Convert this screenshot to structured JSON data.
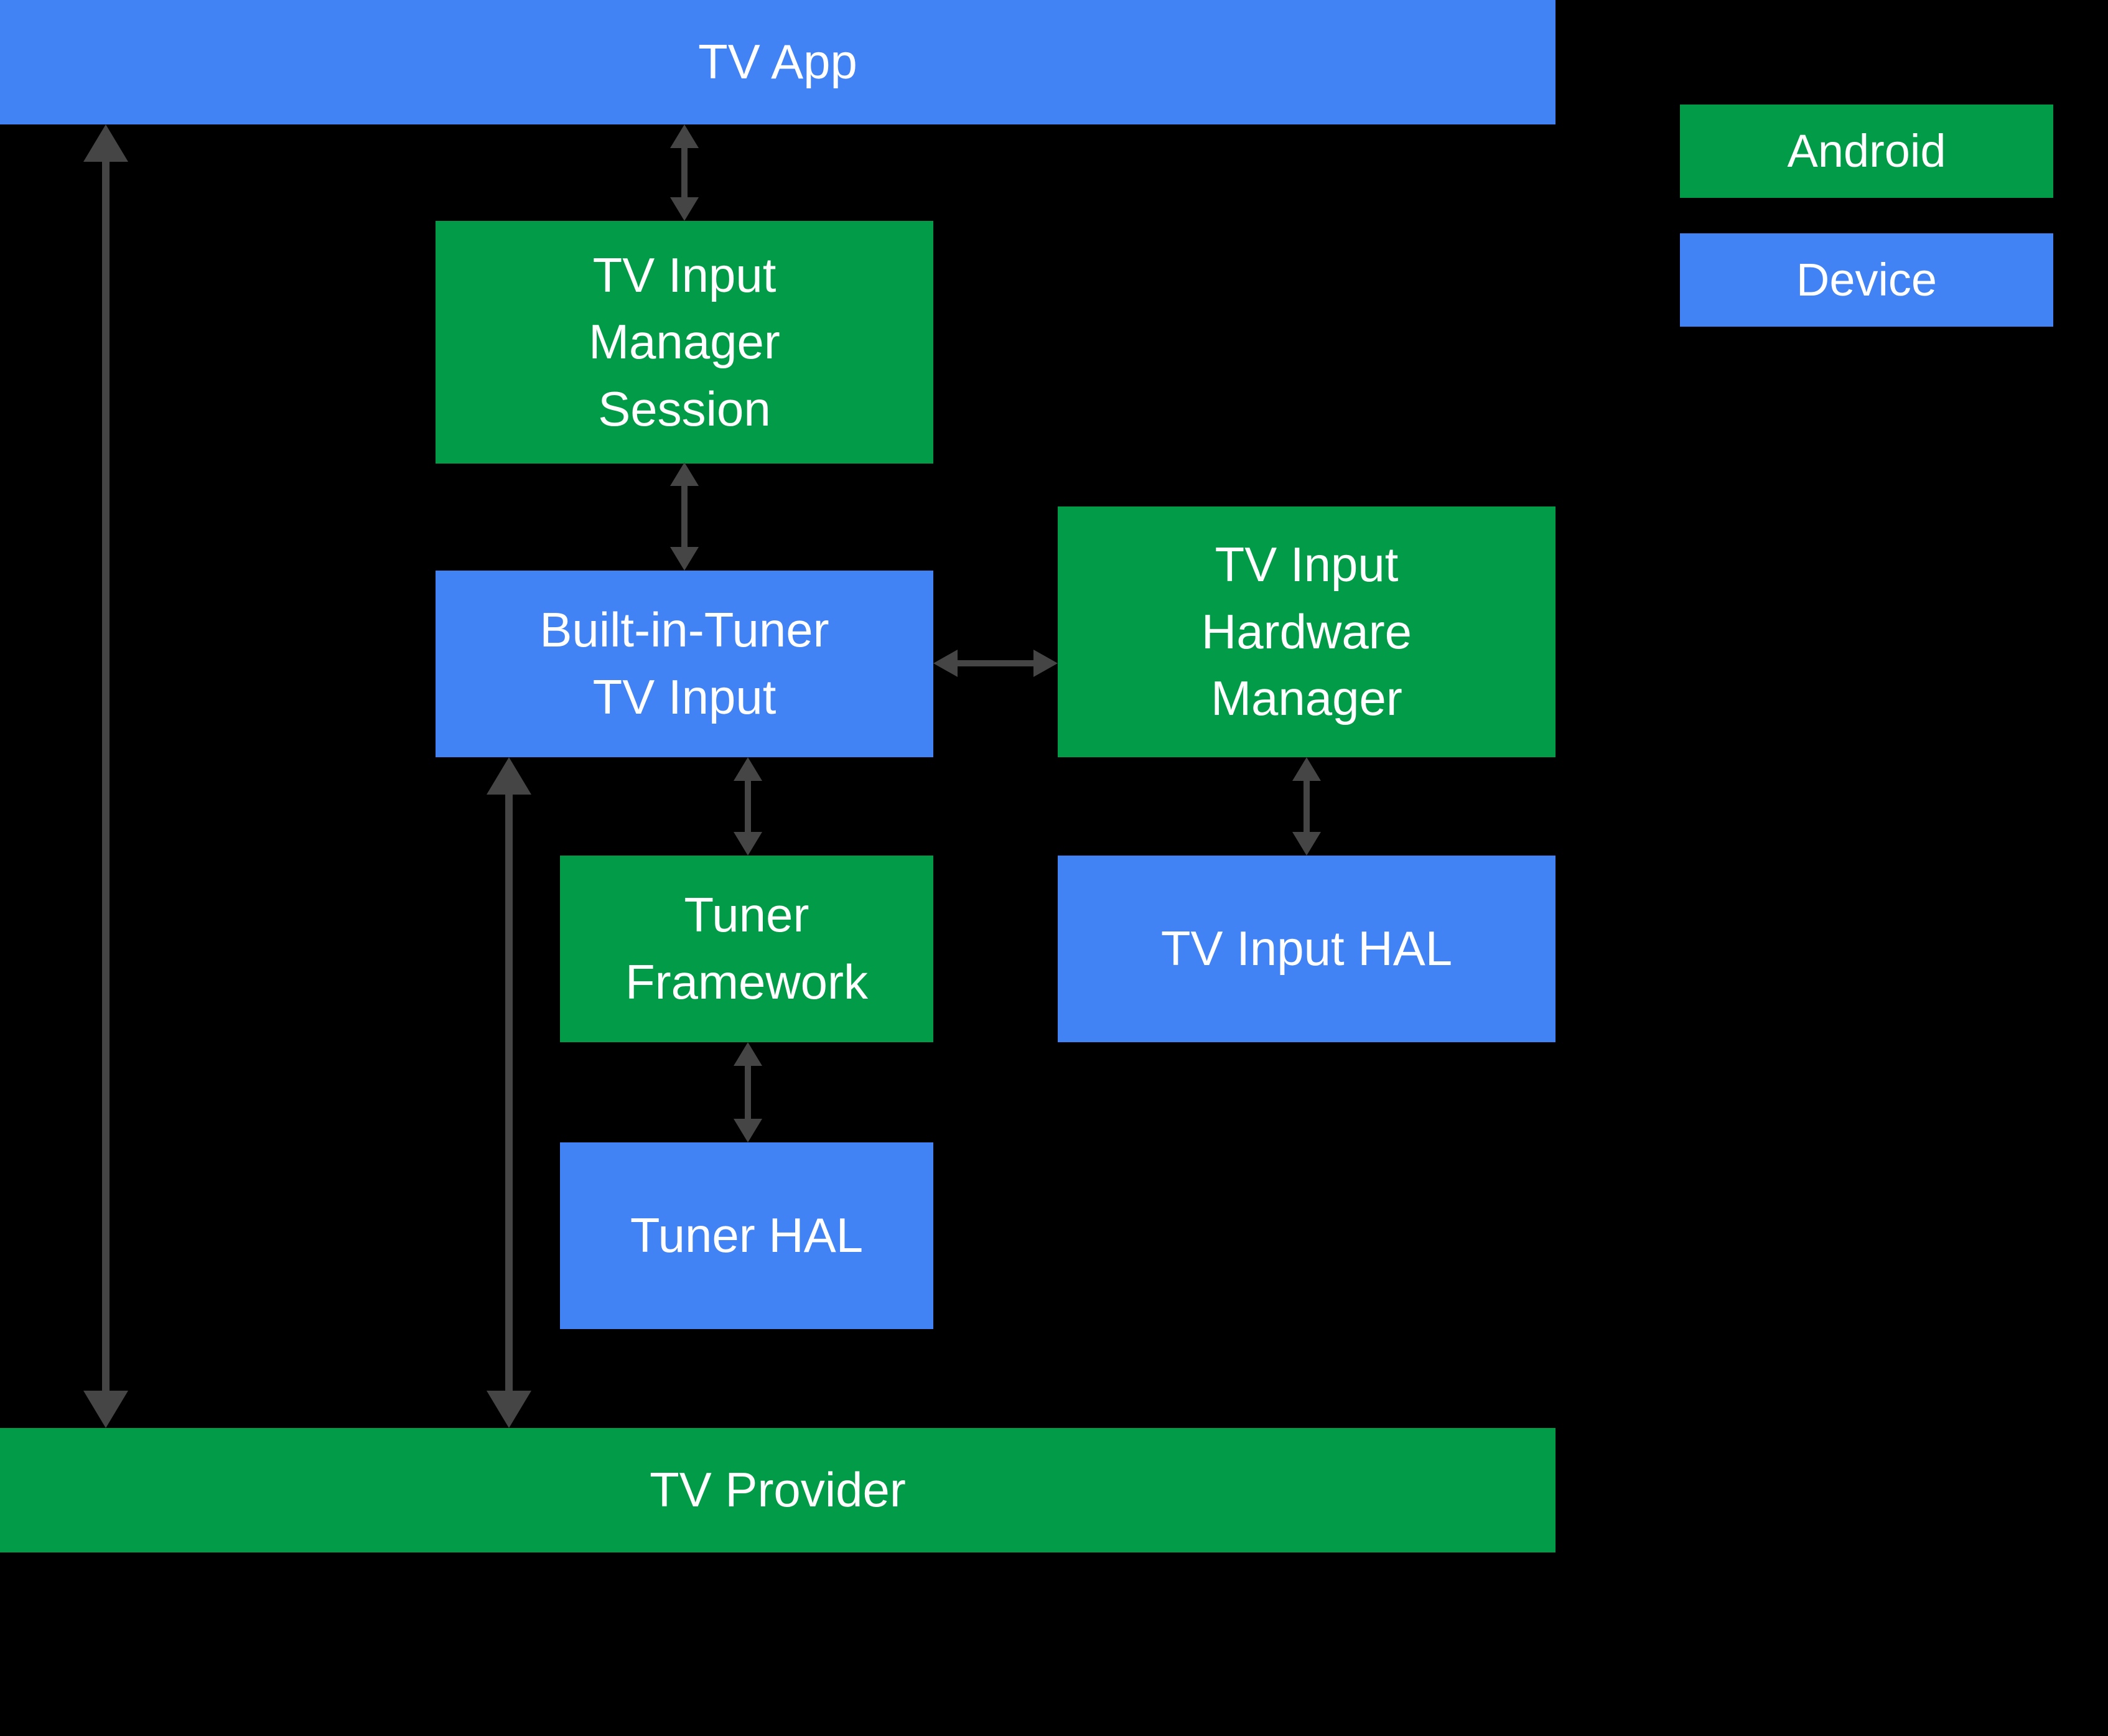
{
  "colors": {
    "background": "#000000",
    "android_green": "#029C48",
    "device_blue": "#4182F4",
    "arrow_gray": "#454545",
    "label_text": "#FFFFFF"
  },
  "legend": {
    "items": [
      {
        "id": "android",
        "label": "Android",
        "color": "#029C48"
      },
      {
        "id": "device",
        "label": "Device",
        "color": "#4182F4"
      }
    ]
  },
  "diagram": {
    "boxes": [
      {
        "id": "tv-app",
        "label": "TV App",
        "category": "device"
      },
      {
        "id": "tv-input-manager-session",
        "label": "TV Input\nManager\nSession",
        "category": "android"
      },
      {
        "id": "built-in-tuner-tv-input",
        "label": "Built-in-Tuner\nTV Input",
        "category": "device"
      },
      {
        "id": "tv-input-hardware-manager",
        "label": "TV Input\nHardware\nManager",
        "category": "android"
      },
      {
        "id": "tuner-framework",
        "label": "Tuner\nFramework",
        "category": "android"
      },
      {
        "id": "tv-input-hal",
        "label": "TV Input HAL",
        "category": "device"
      },
      {
        "id": "tuner-hal",
        "label": "Tuner HAL",
        "category": "device"
      },
      {
        "id": "tv-provider",
        "label": "TV Provider",
        "category": "android"
      }
    ],
    "connections": [
      {
        "from": "tv-app",
        "to": "tv-provider",
        "bidirectional": true
      },
      {
        "from": "tv-app",
        "to": "tv-input-manager-session",
        "bidirectional": true
      },
      {
        "from": "tv-input-manager-session",
        "to": "built-in-tuner-tv-input",
        "bidirectional": true
      },
      {
        "from": "built-in-tuner-tv-input",
        "to": "tv-input-hardware-manager",
        "bidirectional": true
      },
      {
        "from": "built-in-tuner-tv-input",
        "to": "tuner-framework",
        "bidirectional": true
      },
      {
        "from": "built-in-tuner-tv-input",
        "to": "tv-provider",
        "bidirectional": true
      },
      {
        "from": "tv-input-hardware-manager",
        "to": "tv-input-hal",
        "bidirectional": true
      },
      {
        "from": "tuner-framework",
        "to": "tuner-hal",
        "bidirectional": true
      }
    ]
  }
}
